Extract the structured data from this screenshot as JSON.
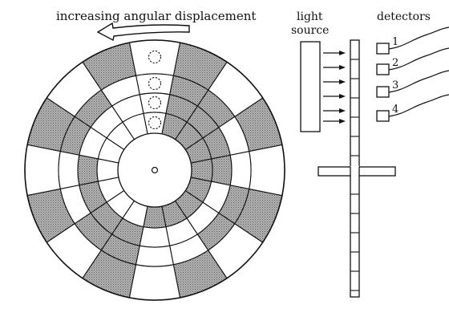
{
  "labels": {
    "direction": "increasing angular displacement",
    "light_source_line1": "light",
    "light_source_line2": "source",
    "detectors": "detectors",
    "detector_numbers": [
      "1",
      "2",
      "3",
      "4"
    ]
  },
  "colors": {
    "ink": "#111111",
    "shade": "#9a9a9a",
    "background": "#ffffff"
  }
}
